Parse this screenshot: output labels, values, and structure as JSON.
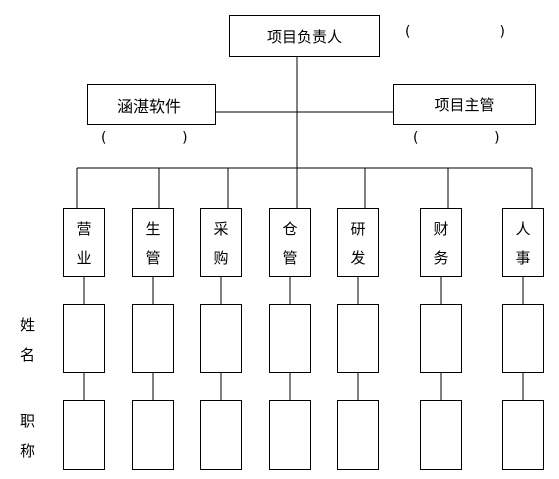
{
  "chart": {
    "leader": "项目负责人",
    "leader_paren": "(                    )",
    "company": "涵湛软件",
    "company_paren": "(                 )",
    "manager": "项目主管",
    "manager_paren": "(                 )",
    "departments": [
      {
        "c1": "营",
        "c2": "业"
      },
      {
        "c1": "生",
        "c2": "管"
      },
      {
        "c1": "采",
        "c2": "购"
      },
      {
        "c1": "仓",
        "c2": "管"
      },
      {
        "c1": "研",
        "c2": "发"
      },
      {
        "c1": "财",
        "c2": "务"
      },
      {
        "c1": "人",
        "c2": "事"
      }
    ],
    "row_labels": [
      {
        "c1": "姓",
        "c2": "名"
      },
      {
        "c1": "职",
        "c2": "称"
      }
    ]
  }
}
